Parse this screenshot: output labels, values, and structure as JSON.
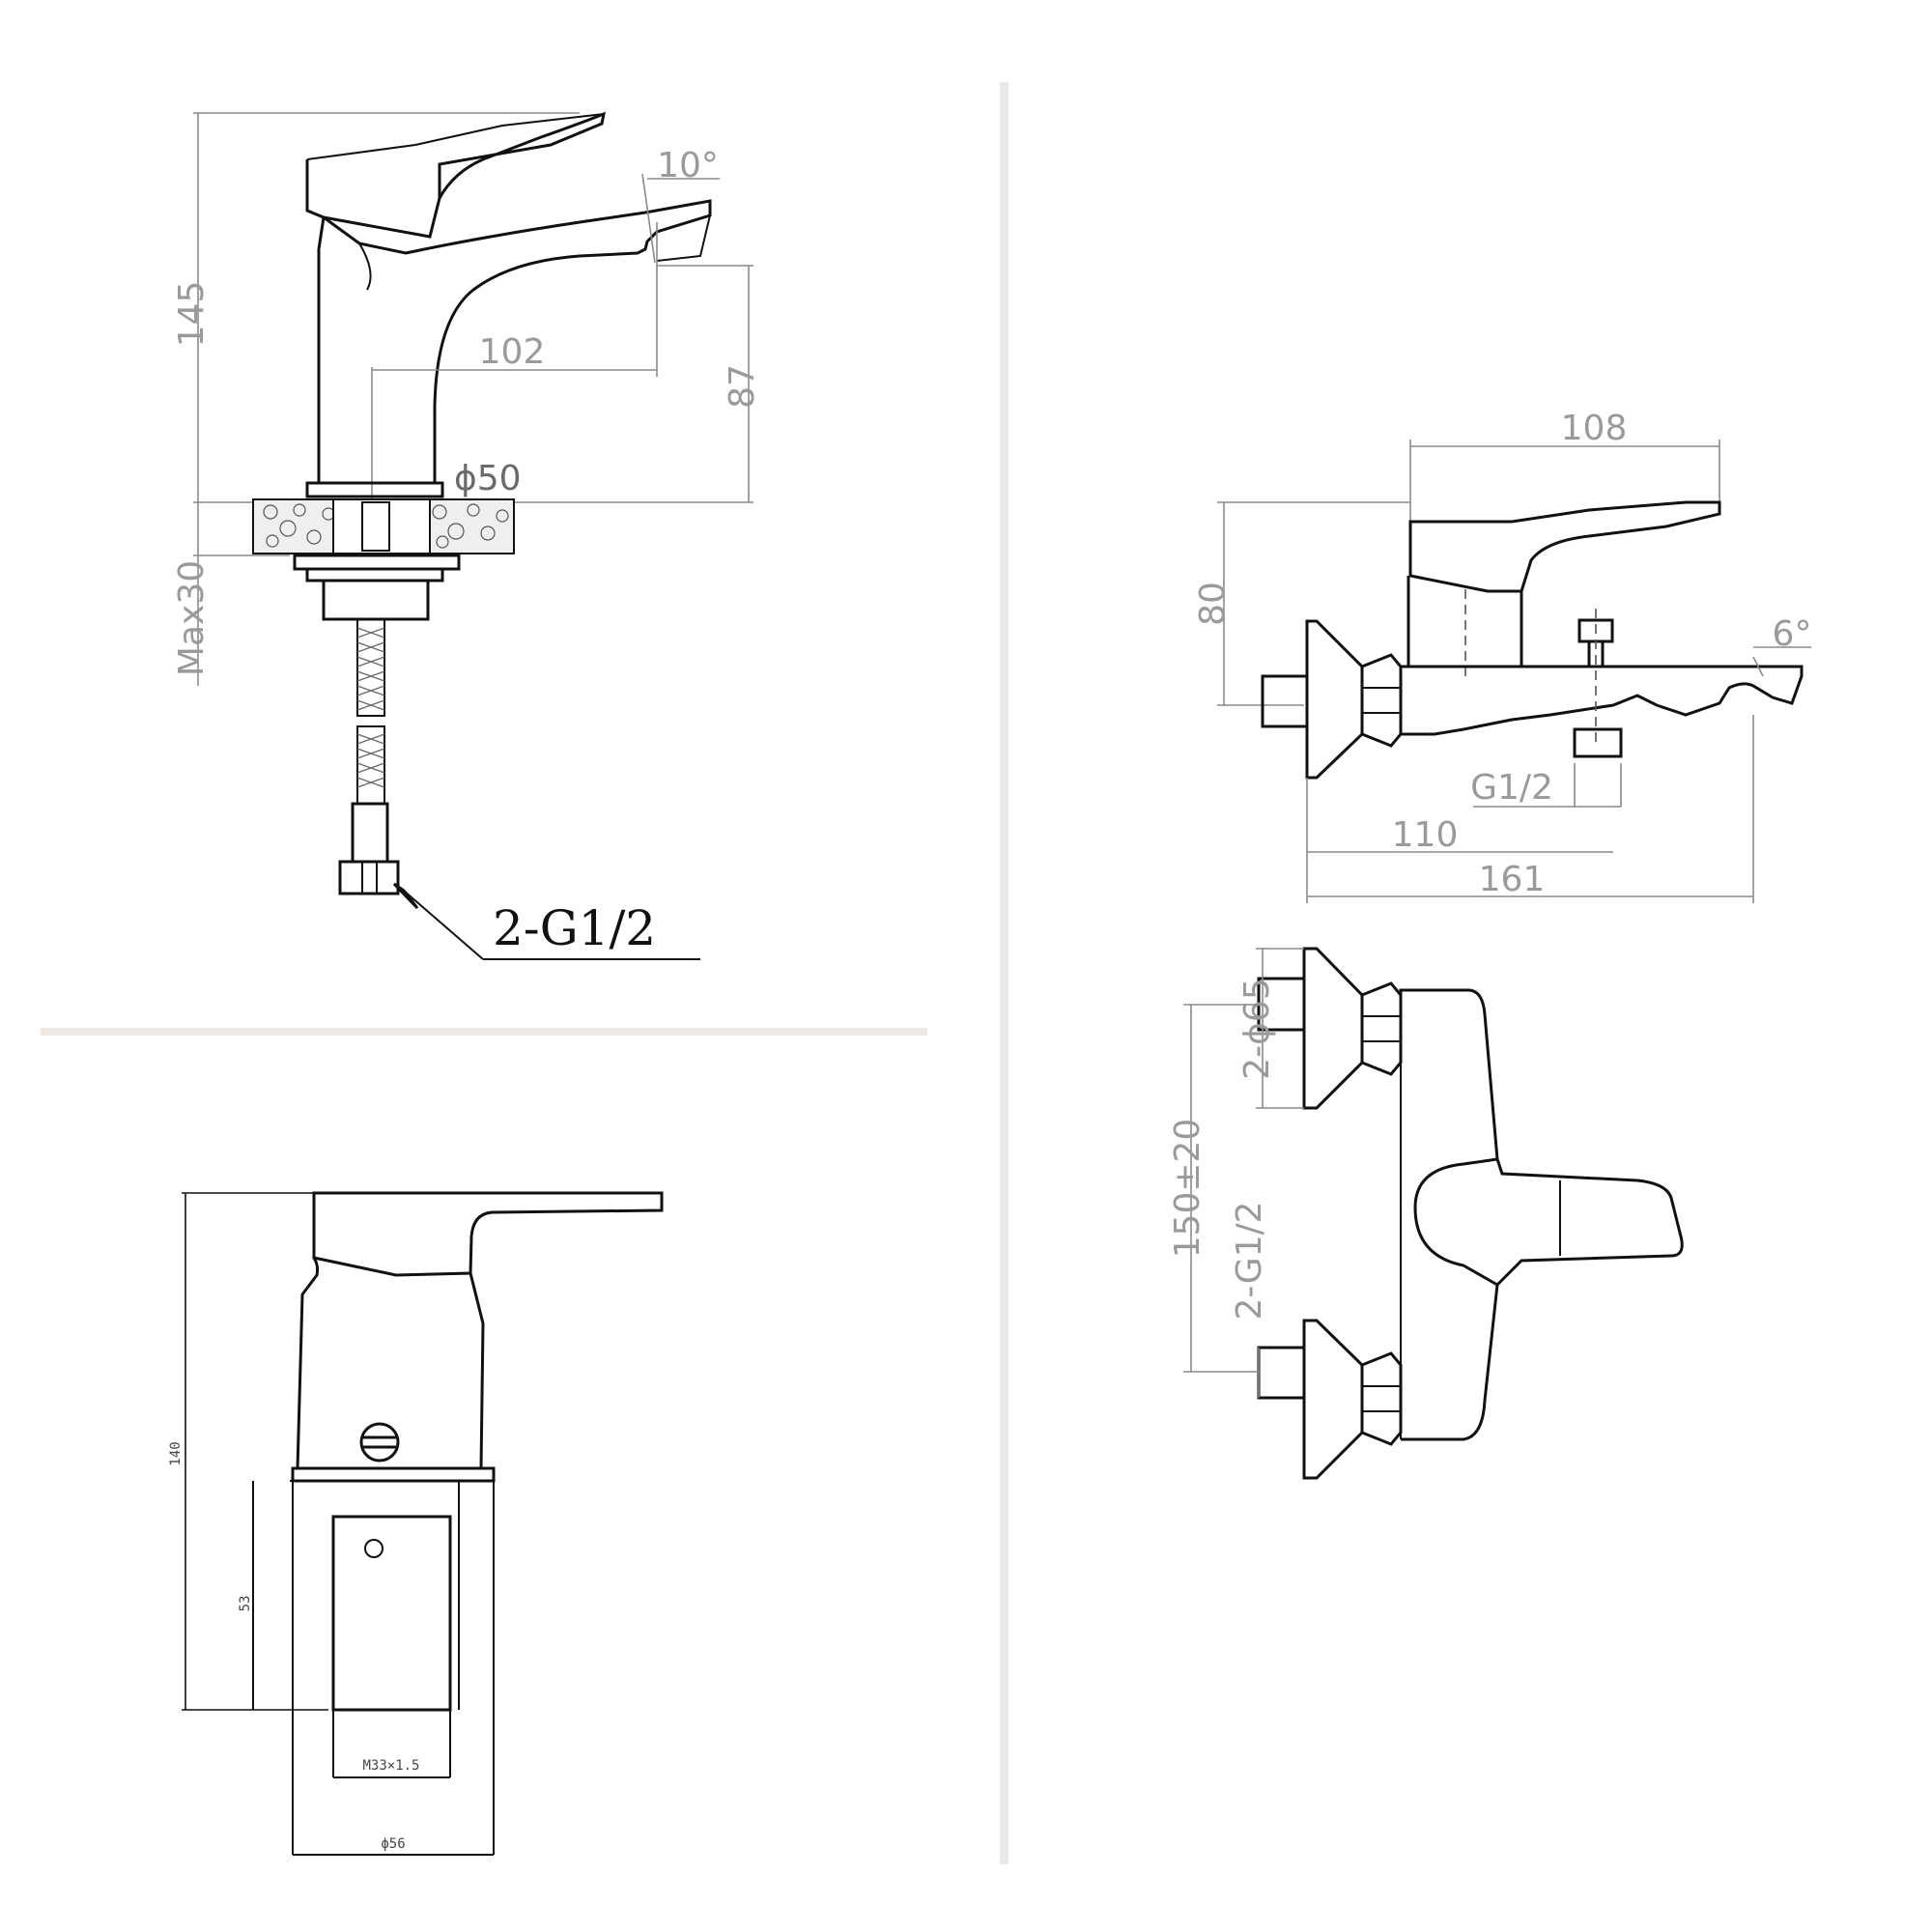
{
  "basin_mixer_front": {
    "dim_height_total": "145",
    "dim_spout_reach": "102",
    "dim_spout_height": "87",
    "dim_base_diameter": "ϕ50",
    "dim_max_deck": "Max30",
    "dim_spout_angle": "10°",
    "callout_connection": "2-G1/2"
  },
  "basin_mixer_side": {
    "dim_height_total": "140",
    "dim_body_height": "53",
    "dim_thread": "M33×1.5",
    "dim_base_diameter": "ϕ56"
  },
  "bath_mixer_side": {
    "dim_handle_length": "108",
    "dim_height": "80",
    "dim_spout_angle": "6°",
    "dim_diverter_thread": "G1/2",
    "dim_diverter_offset": "110",
    "dim_spout_reach": "161"
  },
  "bath_mixer_front": {
    "dim_flange_diameter": "2-ϕ65",
    "dim_centers": "150±20",
    "dim_connection": "2-G1/2"
  }
}
